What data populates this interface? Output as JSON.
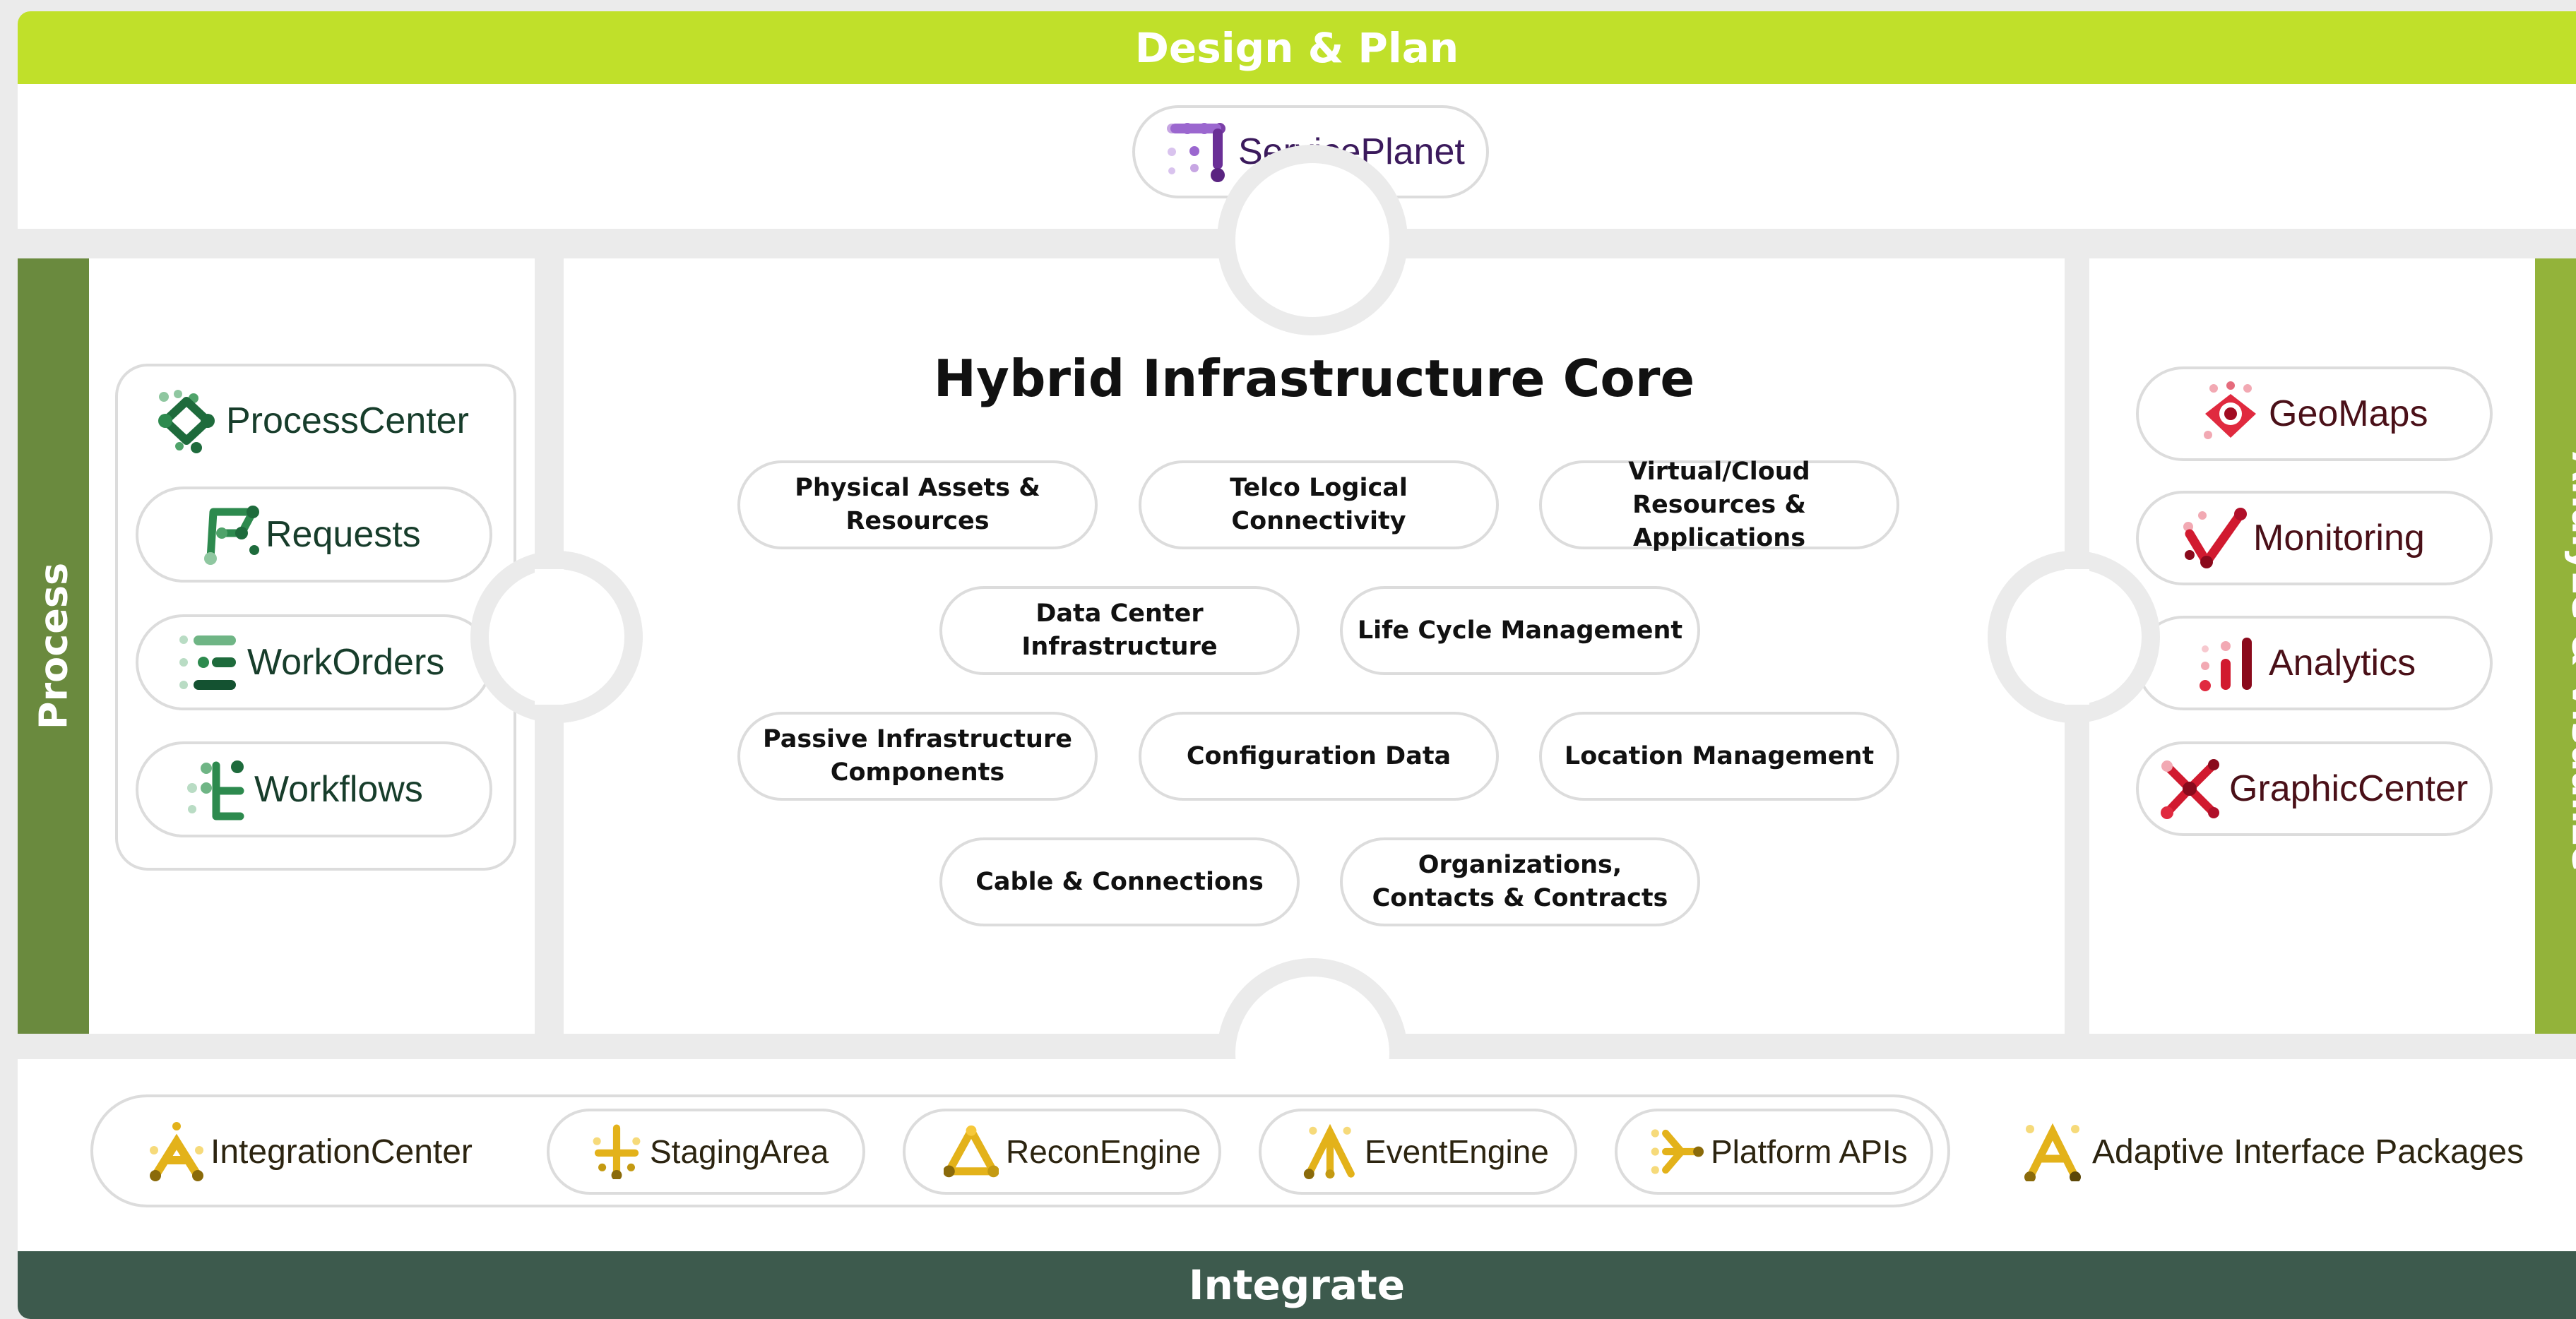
{
  "colors": {
    "design_band": "#c0e02a",
    "process_band": "#6a8a3e",
    "analyze_band": "#93b33a",
    "integrate_band": "#3d5a4d",
    "purple": "#7b3fa8",
    "green": "#1e6b3c",
    "red": "#c8102e",
    "gold": "#e3b21a"
  },
  "design": {
    "band_label": "Design & Plan",
    "items": [
      {
        "label": "ServicePlanet",
        "icon": "serviceplanet-icon"
      }
    ]
  },
  "process": {
    "band_label": "Process",
    "items": [
      {
        "label": "ProcessCenter",
        "icon": "processcenter-icon"
      },
      {
        "label": "Requests",
        "icon": "requests-icon"
      },
      {
        "label": "WorkOrders",
        "icon": "workorders-icon"
      },
      {
        "label": "Workflows",
        "icon": "workflows-icon"
      }
    ]
  },
  "core": {
    "title": "Hybrid Infrastructure Core",
    "items": [
      "Physical Assets & Resources",
      "Telco Logical Connectivity",
      "Virtual/Cloud Resources & Applications",
      "Data Center Infrastructure",
      "Life Cycle Management",
      "Passive Infrastructure Components",
      "Configuration Data",
      "Location Management",
      "Cable & Connections",
      "Organizations, Contacts & Contracts"
    ]
  },
  "analyze": {
    "band_label": "Analyze & Visualize",
    "items": [
      {
        "label": "GeoMaps",
        "icon": "geomaps-icon"
      },
      {
        "label": "Monitoring",
        "icon": "monitoring-icon"
      },
      {
        "label": "Analytics",
        "icon": "analytics-icon"
      },
      {
        "label": "GraphicCenter",
        "icon": "graphiccenter-icon"
      }
    ]
  },
  "integrate": {
    "band_label": "Integrate",
    "items": [
      {
        "label": "IntegrationCenter",
        "icon": "integrationcenter-icon"
      },
      {
        "label": "StagingArea",
        "icon": "stagingarea-icon"
      },
      {
        "label": "ReconEngine",
        "icon": "reconengine-icon"
      },
      {
        "label": "EventEngine",
        "icon": "eventengine-icon"
      },
      {
        "label": "Platform APIs",
        "icon": "platform-apis-icon"
      },
      {
        "label": "Adaptive Interface Packages",
        "icon": "adaptive-interface-packages-icon"
      }
    ]
  }
}
